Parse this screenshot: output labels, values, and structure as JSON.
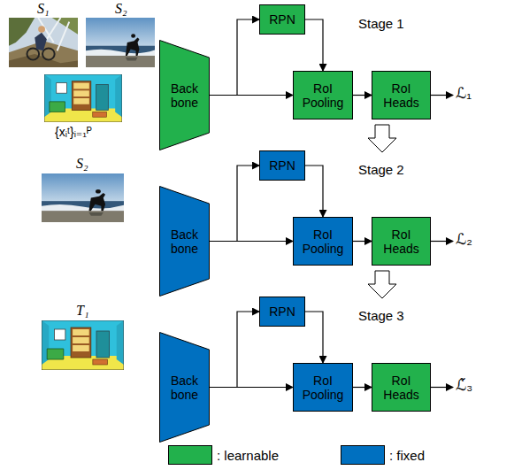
{
  "diagram": {
    "nodes": [
      {
        "text": [
          "Back bone"
        ]
      },
      {
        "text": [
          "RPN"
        ]
      },
      {
        "text": [
          "RoI Pooling"
        ]
      },
      {
        "text": [
          "RoI Heads"
        ]
      },
      {
        "text": [
          "Back bone"
        ]
      },
      {
        "text": [
          "RPN"
        ]
      },
      {
        "text": [
          "RoI Pooling"
        ]
      },
      {
        "text": [
          "RoI Heads"
        ]
      },
      {
        "text": [
          "Back bone"
        ]
      },
      {
        "text": [
          "RPN"
        ]
      },
      {
        "text": [
          "RoI Pooling"
        ]
      },
      {
        "text": [
          "RoI Heads"
        ]
      }
    ],
    "edges": [
      {
        "from": 0,
        "to": 2,
        "arrow": "to"
      },
      {
        "from": 0,
        "to": 1,
        "arrow": "to"
      },
      {
        "from": 1,
        "to": 2,
        "arrow": "to"
      },
      {
        "from": 2,
        "to": 3,
        "arrow": "to"
      },
      {
        "from": 4,
        "to": 6,
        "arrow": "to"
      },
      {
        "from": 4,
        "to": 5,
        "arrow": "to"
      },
      {
        "from": 5,
        "to": 6,
        "arrow": "to"
      },
      {
        "from": 6,
        "to": 7,
        "arrow": "to"
      },
      {
        "from": 8,
        "to": 10,
        "arrow": "to"
      },
      {
        "from": 8,
        "to": 9,
        "arrow": "to"
      },
      {
        "from": 9,
        "to": 10,
        "arrow": "to"
      },
      {
        "from": 10,
        "to": 11,
        "arrow": "to"
      }
    ],
    "labels": [
      "S₁",
      "S₂",
      "{xᵢᵗ}ᵢ₌₁ᴾ",
      "Stage 1",
      "ℒ₁",
      "S₂",
      "Stage 2",
      "ℒ₂",
      "T₁",
      "Stage 3",
      "ℒ̃₃"
    ],
    "legend": [
      {
        "text": ": learnable",
        "color": "#22b14c"
      },
      {
        "text": ": fixed",
        "color": "#0070c0"
      }
    ]
  }
}
